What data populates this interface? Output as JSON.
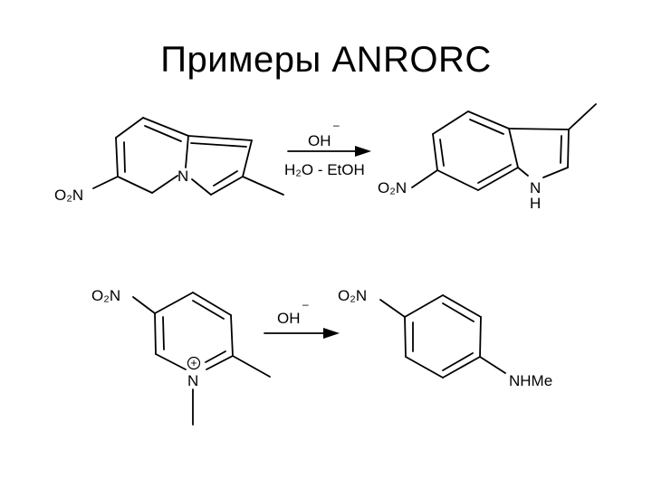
{
  "slide": {
    "title": "Примеры ANRORC"
  },
  "reaction1": {
    "reagent_top": "OH",
    "reagent_top_charge": "–",
    "reagent_bottom": "H₂O - EtOH",
    "substituent_left": "O₂N",
    "substituent_right": "O₂N",
    "ring_n": "N",
    "nh_n": "N",
    "nh_h": "H"
  },
  "reaction2": {
    "reagent": "OH",
    "reagent_charge": "–",
    "substituent_left": "O₂N",
    "substituent_right": "O₂N",
    "pyridinium_n": "N",
    "plus": "+",
    "product_amine": "NHMe"
  }
}
